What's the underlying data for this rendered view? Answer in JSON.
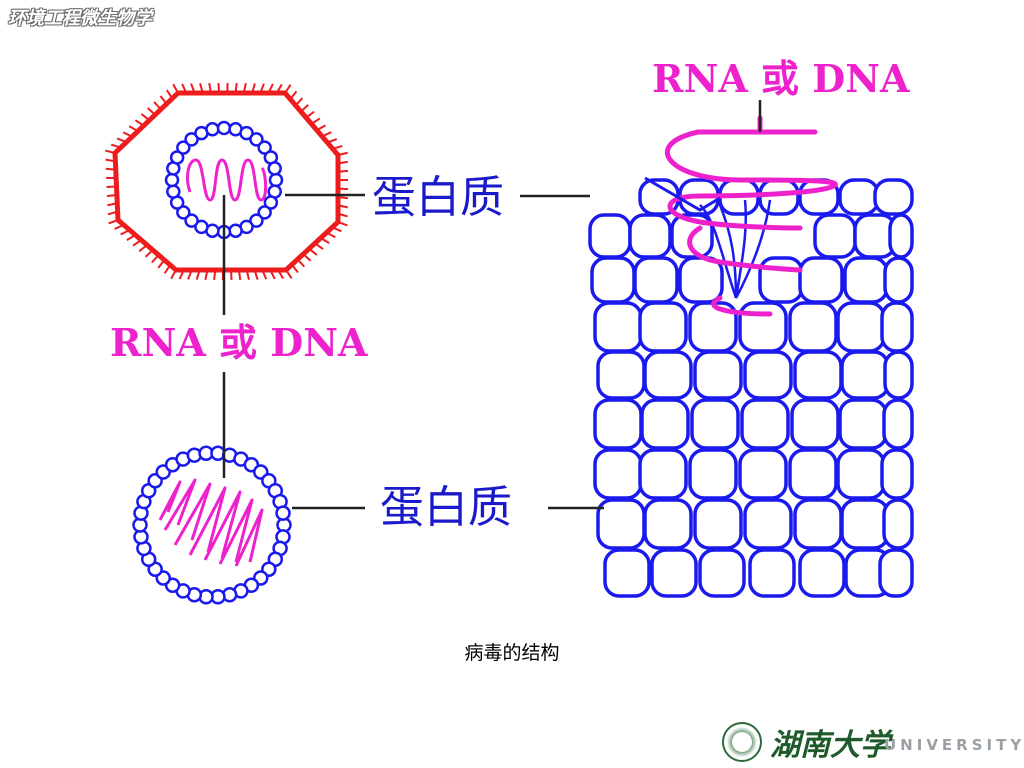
{
  "header": {
    "title": "环境工程微生物学"
  },
  "diagram": {
    "labels": {
      "protein_upper": "蛋白质",
      "protein_lower": "蛋白质",
      "nucleic_left": "RNA 或 DNA",
      "nucleic_top_right": "RNA 或 DNA"
    },
    "colors": {
      "envelope": "#ee1c1c",
      "capsid": "#1a1aee",
      "nucleic_acid": "#ee22cc",
      "leader": "#222222",
      "label_blue": "#1a1acc",
      "label_pink": "#ee22cc"
    }
  },
  "caption": "病毒的结构",
  "logo": {
    "chinese": "湖南大学",
    "english": "UNIVERSITY",
    "seal_icon": "university-seal-icon"
  }
}
